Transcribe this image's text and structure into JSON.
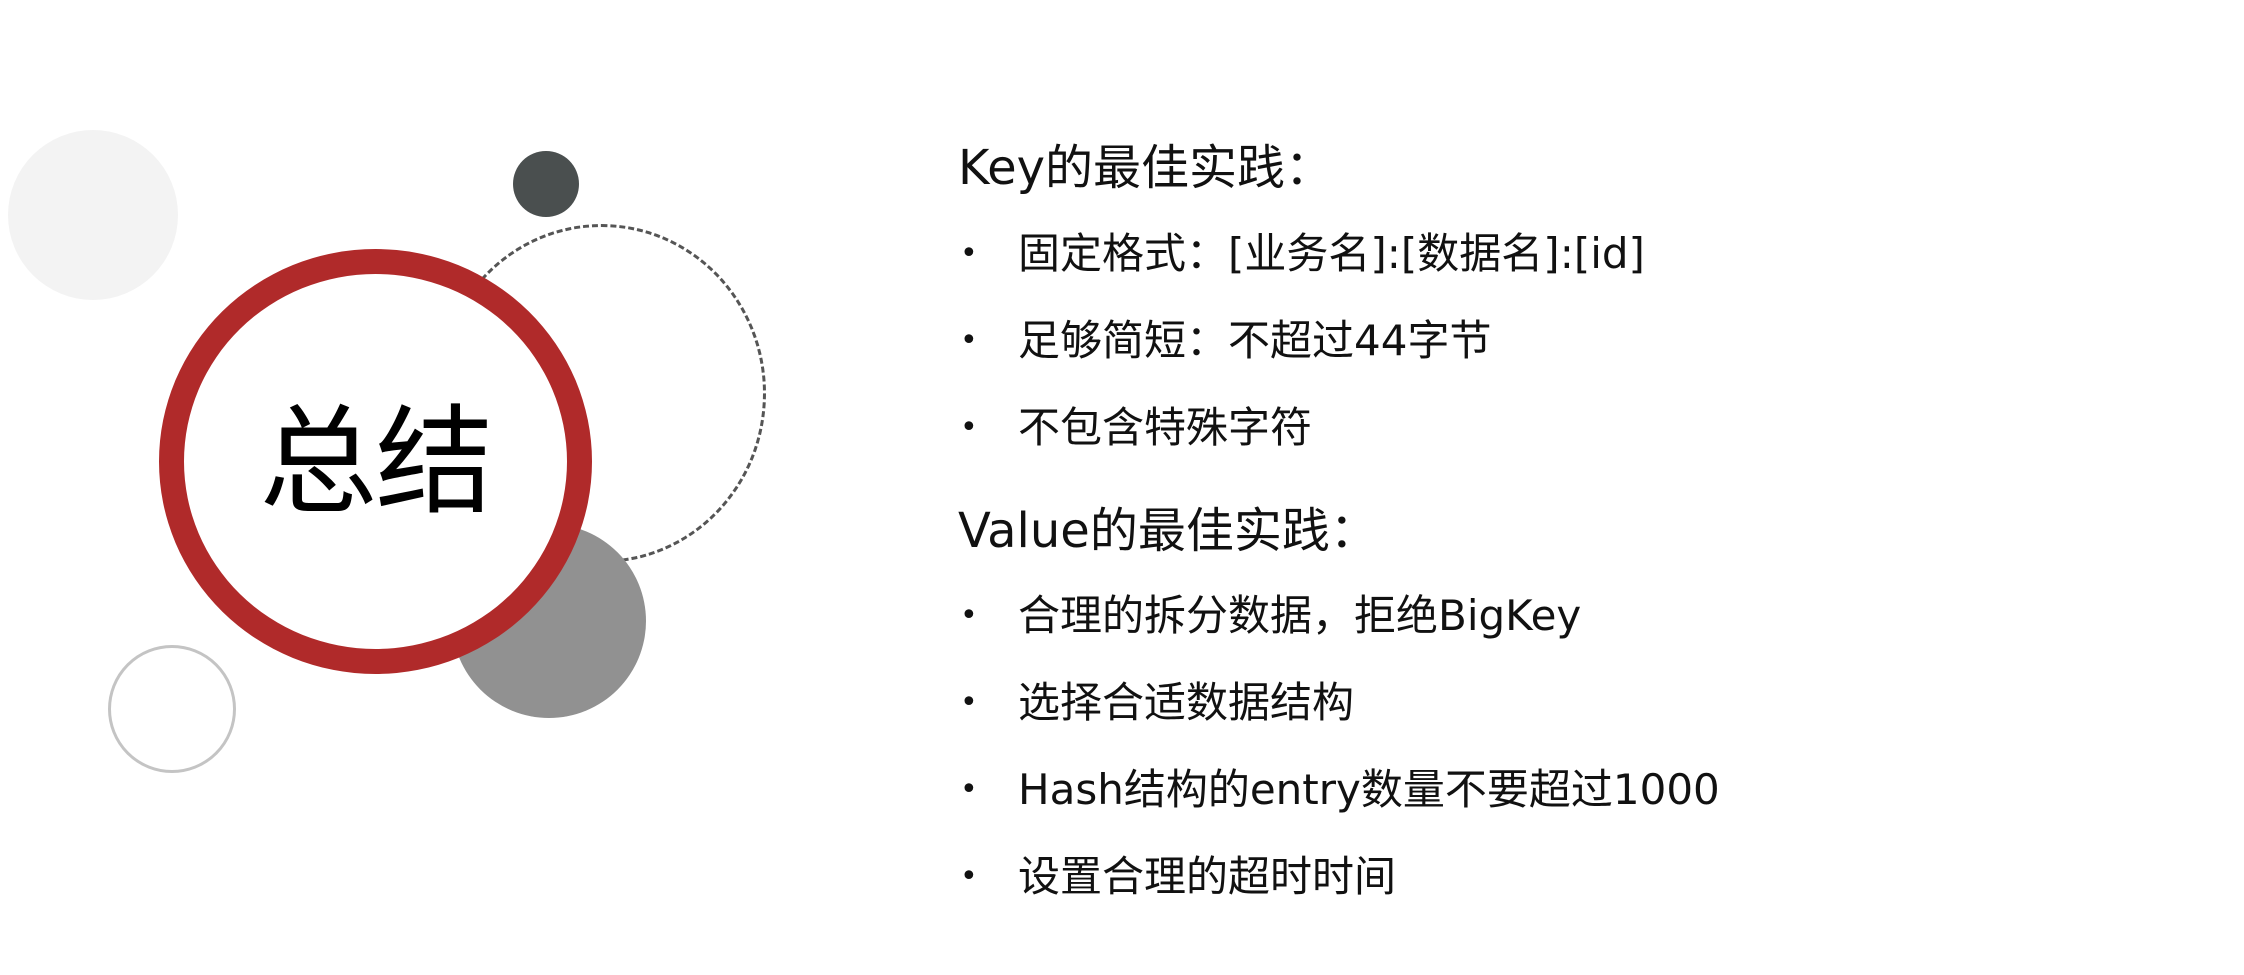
{
  "slide": {
    "title": "总结",
    "colors": {
      "accent_red": "#b02a2a",
      "dark_dot": "#4a4f4f",
      "mid_grey": "#919191",
      "light_grey": "#f3f3f3",
      "outline_grey": "#c4c4c4",
      "dashed_line": "#555555"
    }
  },
  "key_section": {
    "title": "Key的最佳实践：",
    "items": [
      "固定格式：[业务名]:[数据名]:[id]",
      "足够简短：不超过44字节",
      "不包含特殊字符"
    ]
  },
  "value_section": {
    "title": "Value的最佳实践：",
    "items": [
      "合理的拆分数据，拒绝BigKey",
      "选择合适数据结构",
      "Hash结构的entry数量不要超过1000",
      "设置合理的超时时间"
    ]
  },
  "bullet_glyph": "•"
}
